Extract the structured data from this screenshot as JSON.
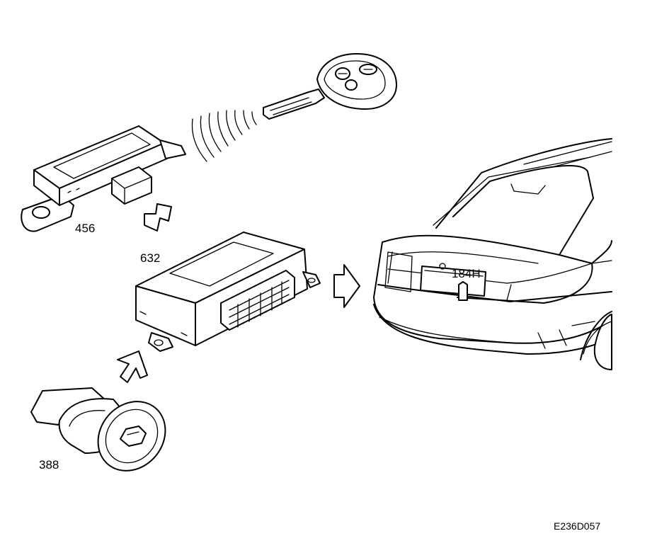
{
  "labels": {
    "receiver": "456",
    "control_module": "632",
    "ignition_switch": "388",
    "trunk_lock": "184H",
    "reference": "E236D057"
  }
}
